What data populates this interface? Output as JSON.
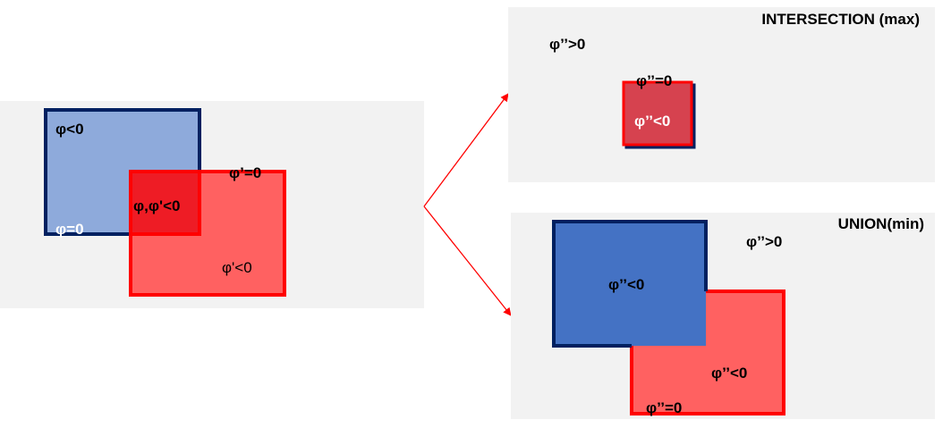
{
  "left_panel": {
    "blue_region_label": "φ<0",
    "blue_boundary_label": "φ=0",
    "overlap_label": "φ,φ'<0",
    "red_boundary_label": "φ’=0",
    "red_region_label": "φ'<0"
  },
  "intersection_panel": {
    "title": "INTERSECTION (max)",
    "outside_label": "φ’’>0",
    "boundary_label": "φ’’=0",
    "inside_label": "φ’’<0"
  },
  "union_panel": {
    "title": "UNION(min)",
    "outside_label": "φ’’>0",
    "blue_inside_label": "φ’’<0",
    "red_inside_label": "φ’’<0",
    "boundary_label": "φ’’=0"
  },
  "colors": {
    "panel_background": "#f2f2f2",
    "blue_light_fill": "#8eaadb",
    "blue_strong_fill": "#4472c4",
    "navy_border": "#002060",
    "red_fill": "#ff6161",
    "red_border": "#ff0000",
    "overlap_fill": "#ee1c25",
    "intersection_fill": "#d6424f",
    "arrow_color": "#ff0000"
  }
}
